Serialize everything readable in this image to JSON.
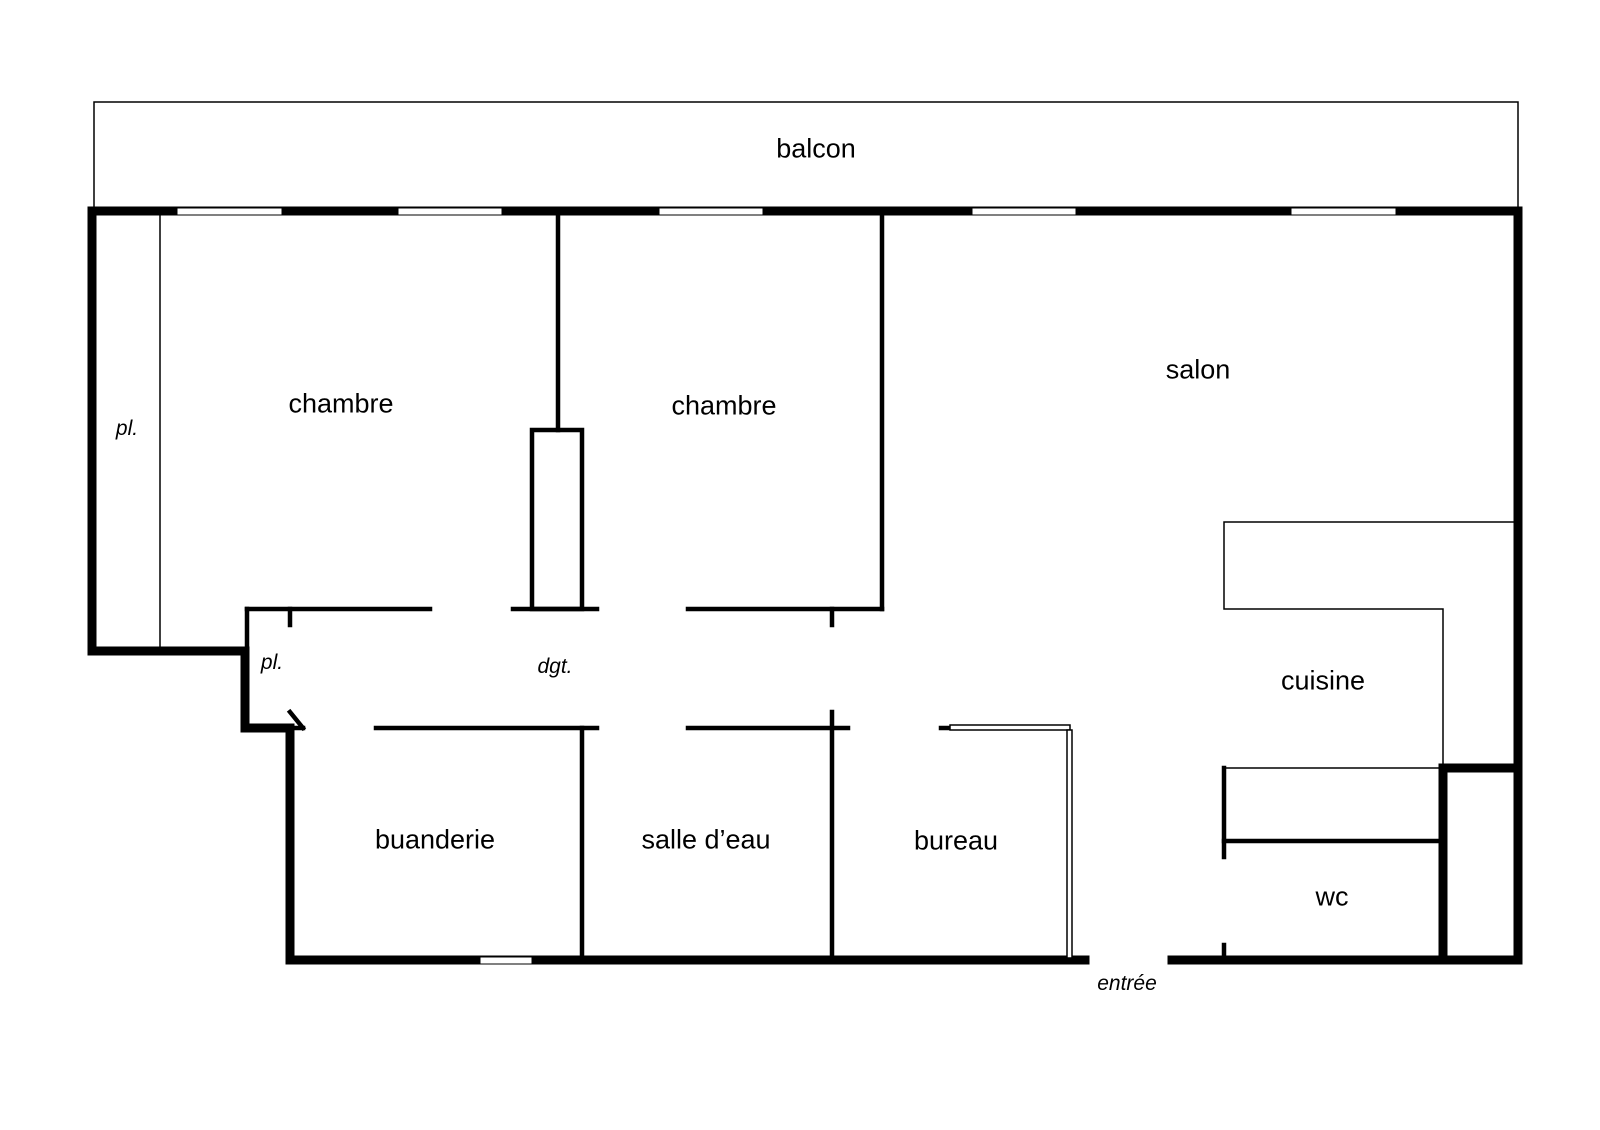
{
  "rooms": {
    "balcon": "balcon",
    "chambre_1": "chambre",
    "chambre_2": "chambre",
    "salon": "salon",
    "cuisine": "cuisine",
    "wc": "wc",
    "buanderie": "buanderie",
    "salle_eau": "salle d’eau",
    "bureau": "bureau"
  },
  "annotations": {
    "placard_1": "pl.",
    "placard_2": "pl.",
    "degagement": "dgt.",
    "entree": "entrée"
  },
  "colors": {
    "wall": "#000000",
    "background": "#ffffff"
  }
}
